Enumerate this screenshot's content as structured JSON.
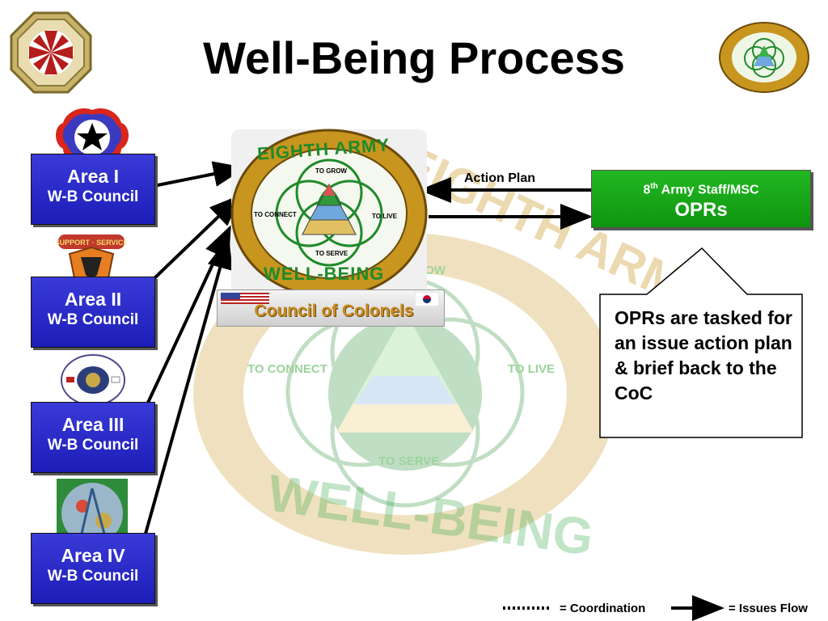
{
  "title": "Well-Being Process",
  "areas": [
    {
      "name": "Area I",
      "council": "W-B Council"
    },
    {
      "name": "Area II",
      "council": "W-B Council"
    },
    {
      "name": "Area III",
      "council": "W-B Council"
    },
    {
      "name": "Area IV",
      "council": "W-B Council"
    }
  ],
  "center_logo": {
    "top_text": "EIGHTH ARMY",
    "bottom_text": "WELL-BEING",
    "to_grow": "TO GROW",
    "to_connect": "TO CONNECT",
    "to_live": "TO LIVE",
    "to_serve": "TO SERVE"
  },
  "council_banner": "Council of Colonels",
  "action_plan_label": "Action Plan",
  "opr_box": {
    "line1_pre": "8",
    "line1_sup": "th",
    "line1_post": " Army Staff/MSC",
    "line2": "OPRs"
  },
  "callout": "OPRs are tasked for an issue action plan & brief back to the CoC",
  "legend": {
    "coordination": "= Coordination",
    "issues_flow": "= Issues Flow"
  },
  "colors": {
    "area_blue": "#2a2ac8",
    "opr_green": "#17a617",
    "logo_gold": "#c8951e",
    "logo_green": "#1f8a2a"
  }
}
